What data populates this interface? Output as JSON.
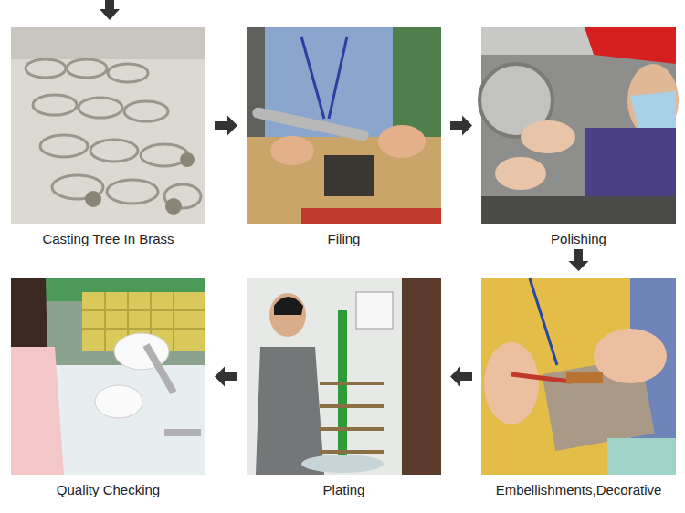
{
  "diagram": {
    "nodes": [
      {
        "text": [
          "Casting Tree In Brass"
        ]
      },
      {
        "text": [
          "Filing"
        ]
      },
      {
        "text": [
          "Polishing"
        ]
      },
      {
        "text": [
          "Embellishments,Decorative"
        ]
      },
      {
        "text": [
          "Plating"
        ]
      },
      {
        "text": [
          "Quality Checking"
        ]
      }
    ],
    "edges": [
      {
        "from": 0,
        "to": 1,
        "arrow": "to"
      },
      {
        "from": 1,
        "to": 2,
        "arrow": "to"
      },
      {
        "from": 2,
        "to": 3,
        "arrow": "to"
      },
      {
        "from": 3,
        "to": 4,
        "arrow": "to"
      },
      {
        "from": 4,
        "to": 5,
        "arrow": "to"
      }
    ]
  }
}
